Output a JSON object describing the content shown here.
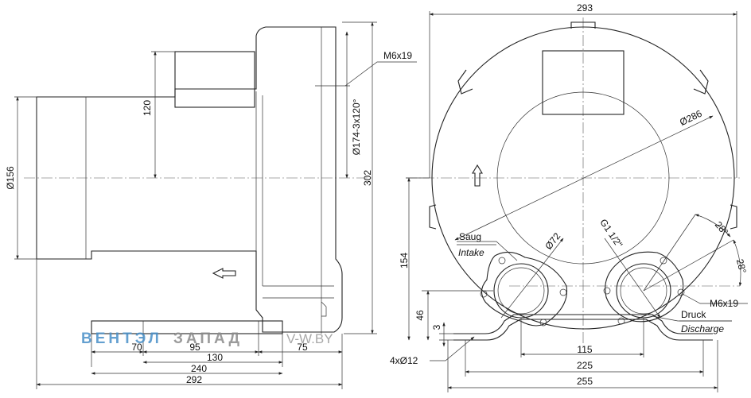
{
  "side_view": {
    "dimensions": {
      "height_total": "302",
      "diameter_body": "Ø156",
      "motor_height": "120",
      "flange_circle": "Ø174-3x120°",
      "thread": "M6x19",
      "dim_70": "70",
      "dim_95": "95",
      "dim_75": "75",
      "dim_130": "130",
      "dim_240": "240",
      "dim_292": "292"
    }
  },
  "front_view": {
    "dimensions": {
      "width_top": "293",
      "diameter_housing": "Ø286",
      "port_diameter": "Ø72",
      "port_thread": "G1 1/2\"",
      "angle_a": "28°",
      "angle_b": "28°",
      "thread": "M6x19",
      "height_axis": "154",
      "height_port": "46",
      "foot_height": "3",
      "port_spacing": "115",
      "foot_inner": "225",
      "foot_outer": "255",
      "mount_holes": "4xØ12"
    },
    "labels": {
      "intake_de": "Saug",
      "intake_en": "Intake",
      "discharge_de": "Druck",
      "discharge_en": "Discharge"
    }
  },
  "watermark": {
    "brand_a": "ВЕНТЭЛ",
    "brand_b": "ЗАПАД",
    "site": "V-W.BY"
  },
  "colors": {
    "line": "#222222",
    "watermark_a": "#4a90c8",
    "watermark_b": "#9a9a9a"
  }
}
